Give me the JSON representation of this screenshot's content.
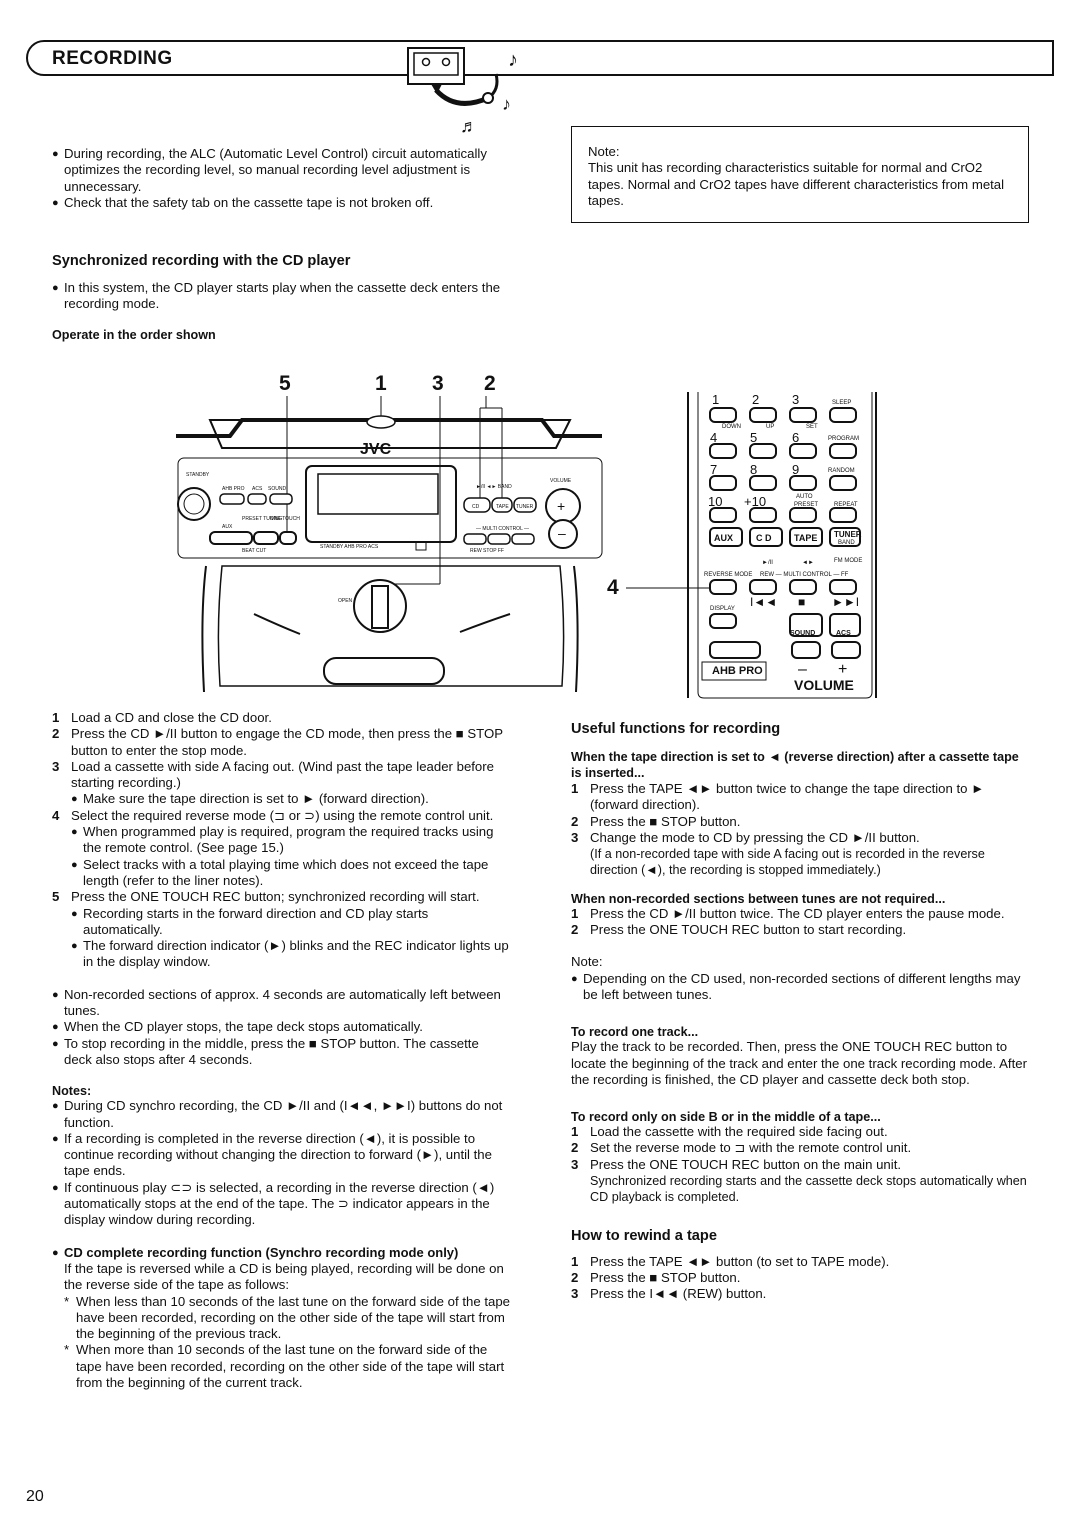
{
  "header": {
    "title": "RECORDING"
  },
  "intro": {
    "bullets": [
      "During recording, the ALC (Automatic Level Control) circuit automatically optimizes the recording level, so manual recording level adjustment is unnecessary.",
      "Check that the safety tab on the cassette tape is not broken off."
    ]
  },
  "note_box": {
    "title": "Note:",
    "text": "This unit has recording characteristics suitable for normal and CrO2 tapes. Normal and CrO2 tapes have different characteristics from metal tapes."
  },
  "sync": {
    "heading": "Synchronized recording with the CD player",
    "bullet": "In this system, the CD player starts play when the cassette deck enters the recording mode.",
    "order_label": "Operate in the order shown"
  },
  "diagram": {
    "callouts": [
      "5",
      "1",
      "3",
      "2"
    ],
    "remote_callout": "4",
    "unit_labels": {
      "brand": "JVC",
      "volume": "VOLUME",
      "standby": "STANDBY",
      "ahb_pro": "AHB PRO",
      "acs": "ACS",
      "sound": "SOUND",
      "preset_tuning": "PRESET TUNING",
      "one_touch_rec": "ONE TOUCH REC",
      "aux": "AUX",
      "beat_cut": "BEAT CUT",
      "cd": "CD",
      "tape": "TAPE",
      "tuner": "TUNER",
      "band": "BAND",
      "multi_control": "MULTI CONTROL",
      "rew": "REW",
      "stop": "STOP",
      "ff": "FF",
      "open": "OPEN"
    },
    "remote_labels": {
      "digits": [
        "1",
        "2",
        "3",
        "4",
        "5",
        "6",
        "7",
        "8",
        "9",
        "10",
        "+10"
      ],
      "sleep": "SLEEP",
      "down": "DOWN",
      "up": "UP",
      "set": "SET",
      "program": "PROGRAM",
      "random": "RANDOM",
      "auto_preset": "AUTO PRESET",
      "repeat": "REPEAT",
      "aux": "AUX",
      "cd": "C D",
      "tape": "TAPE",
      "tuner": "TUNER",
      "band": "BAND",
      "fm_mode": "FM MODE",
      "reverse_mode": "REVERSE MODE",
      "rew_multi_ff": "REW — MULTI CONTROL — FF",
      "display": "DISPLAY",
      "sound": "SOUND",
      "acs": "ACS",
      "ahb_pro": "AHB PRO",
      "volume": "VOLUME",
      "minus": "–",
      "plus": "+"
    }
  },
  "steps": [
    {
      "n": "1",
      "text": "Load a CD and close the CD door."
    },
    {
      "n": "2",
      "text": "Press the CD ►/II button to engage the CD mode, then press the ■ STOP button to enter the stop mode."
    },
    {
      "n": "3",
      "text": "Load a cassette with side A facing out. (Wind past the tape leader before starting recording.)"
    },
    {
      "n": "",
      "text": "Make sure the tape direction is set to ► (forward direction)."
    },
    {
      "n": "4",
      "text": "Select the required reverse mode (⊐ or ⊃) using the remote control unit."
    },
    {
      "n": "",
      "text": "When programmed play is required, program the required tracks using the remote control. (See page 15.)"
    },
    {
      "n": "",
      "text": "Select tracks with a total playing time which does not exceed the tape length (refer to the liner notes)."
    },
    {
      "n": "5",
      "text": "Press the ONE TOUCH REC button; synchronized recording will start."
    },
    {
      "n": "",
      "text": "Recording starts in the forward direction and CD play starts automatically."
    },
    {
      "n": "",
      "text": "The forward direction indicator (►) blinks and the REC indicator lights up in the display window."
    }
  ],
  "after_steps_bullets": [
    "Non-recorded sections of approx. 4 seconds are automatically left between tunes.",
    "When the CD player stops, the tape deck stops automatically.",
    "To stop recording in the middle, press the ■ STOP button. The cassette deck also stops after 4 seconds."
  ],
  "notes": {
    "title": "Notes:",
    "bullets": [
      "During CD synchro recording, the CD ►/II and (I◄◄, ►►I) buttons do not function.",
      "If a recording is completed in the reverse direction (◄), it is possible to continue recording without changing the direction to forward (►), until the tape ends.",
      "If continuous play ⊂⊃ is selected, a recording in the reverse direction (◄) automatically stops at the end of the tape. The ⊃ indicator appears in the display window during recording."
    ],
    "complete_title": "CD complete recording function (Synchro recording mode only)",
    "complete_text": "If the tape is reversed while a CD is being played, recording will be done on the reverse side of the tape as follows:",
    "stars": [
      "When less than 10 seconds of the last tune on the forward side of the tape have been recorded, recording on the other side of the tape will start from the beginning of the previous track.",
      "When more than 10 seconds of the last tune on the forward side of the tape have been recorded, recording on the other side of the tape will start from the beginning of the current track."
    ]
  },
  "useful": {
    "heading": "Useful functions for recording",
    "reverse_title": "When the tape direction is set to ◄ (reverse direction) after a cassette tape is inserted...",
    "reverse_steps": [
      {
        "n": "1",
        "text": "Press the TAPE ◄► button twice to change the tape direction to ► (forward direction)."
      },
      {
        "n": "2",
        "text": "Press the ■ STOP button."
      },
      {
        "n": "3",
        "text": "Change the mode to CD by pressing the CD ►/II button."
      }
    ],
    "reverse_sub": "(If a non-recorded tape with side A facing out is recorded in the reverse direction (◄), the recording is stopped immediately.)",
    "nonrec_title": "When non-recorded sections between tunes are not required...",
    "nonrec_steps": [
      {
        "n": "1",
        "text": "Press the CD ►/II button twice.  The CD player enters the pause mode."
      },
      {
        "n": "2",
        "text": "Press the ONE TOUCH REC button to start recording."
      }
    ],
    "note_title": "Note:",
    "note_text": "Depending on the CD used, non-recorded sections of different lengths may be left between tunes.",
    "one_track_title": "To record one track...",
    "one_track_text": "Play the track to be recorded. Then, press the ONE TOUCH REC button to locate the beginning of the track and enter the one track recording mode. After the recording is finished, the CD player and cassette deck both stop.",
    "sideb_title": "To record only on side B or in the middle of a tape...",
    "sideb_steps": [
      {
        "n": "1",
        "text": "Load the cassette with the required side facing out."
      },
      {
        "n": "2",
        "text": "Set the reverse mode to ⊐ with the remote control unit."
      },
      {
        "n": "3",
        "text": "Press the ONE TOUCH REC button on the main unit."
      }
    ],
    "sideb_sub": "Synchronized recording starts and the cassette deck stops automatically when CD playback is completed."
  },
  "rewind": {
    "heading": "How to rewind a tape",
    "steps": [
      {
        "n": "1",
        "text": "Press the TAPE ◄► button (to set to TAPE mode)."
      },
      {
        "n": "2",
        "text": "Press the ■ STOP button."
      },
      {
        "n": "3",
        "text": "Press the  I◄◄ (REW) button."
      }
    ]
  },
  "page_number": "20"
}
